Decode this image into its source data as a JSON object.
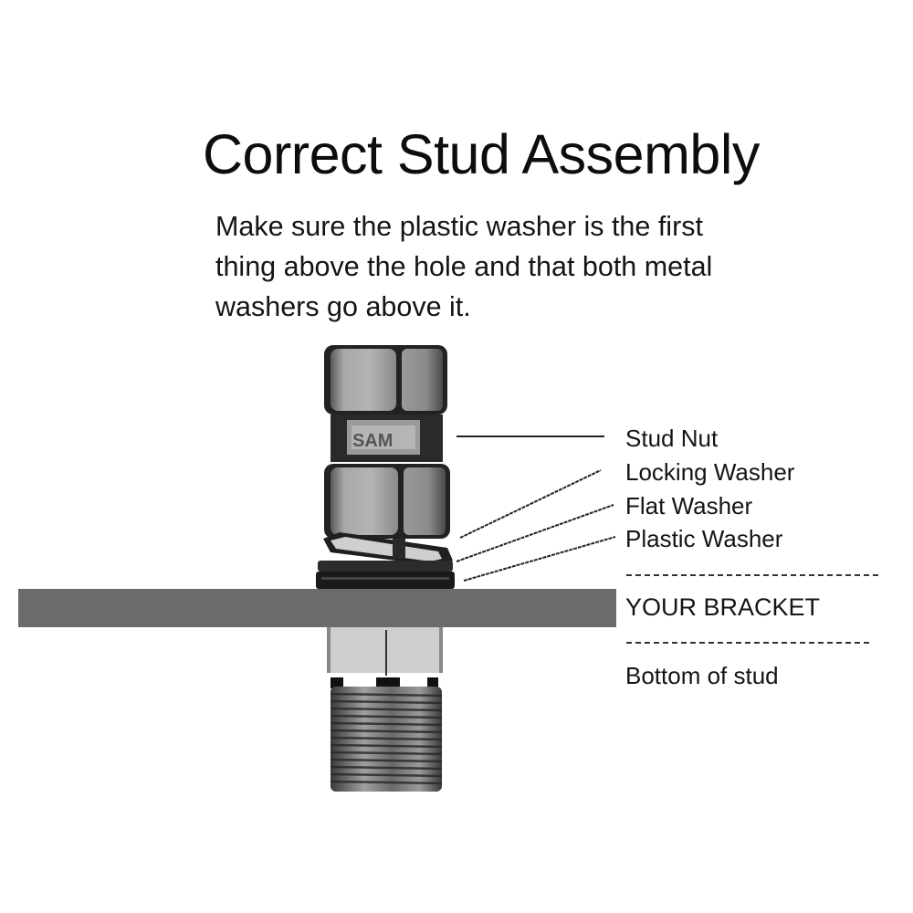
{
  "diagram": {
    "title": "Correct Stud Assembly",
    "description_lines": [
      "Make sure the plastic washer is the first",
      "thing above the hole and that both metal",
      "washers go above it."
    ],
    "parts": [
      {
        "id": "stud-nut",
        "label": "Stud Nut"
      },
      {
        "id": "locking-washer",
        "label": "Locking Washer"
      },
      {
        "id": "flat-washer",
        "label": "Flat Washer"
      },
      {
        "id": "plastic-washer",
        "label": "Plastic Washer"
      }
    ],
    "bracket_label": "YOUR BRACKET",
    "bottom_label": "Bottom of stud",
    "colors": {
      "bracket": "#6b6b6b",
      "metal_light": "#c8c8c8",
      "metal_dark": "#1e1e1e",
      "text": "#111111"
    }
  }
}
